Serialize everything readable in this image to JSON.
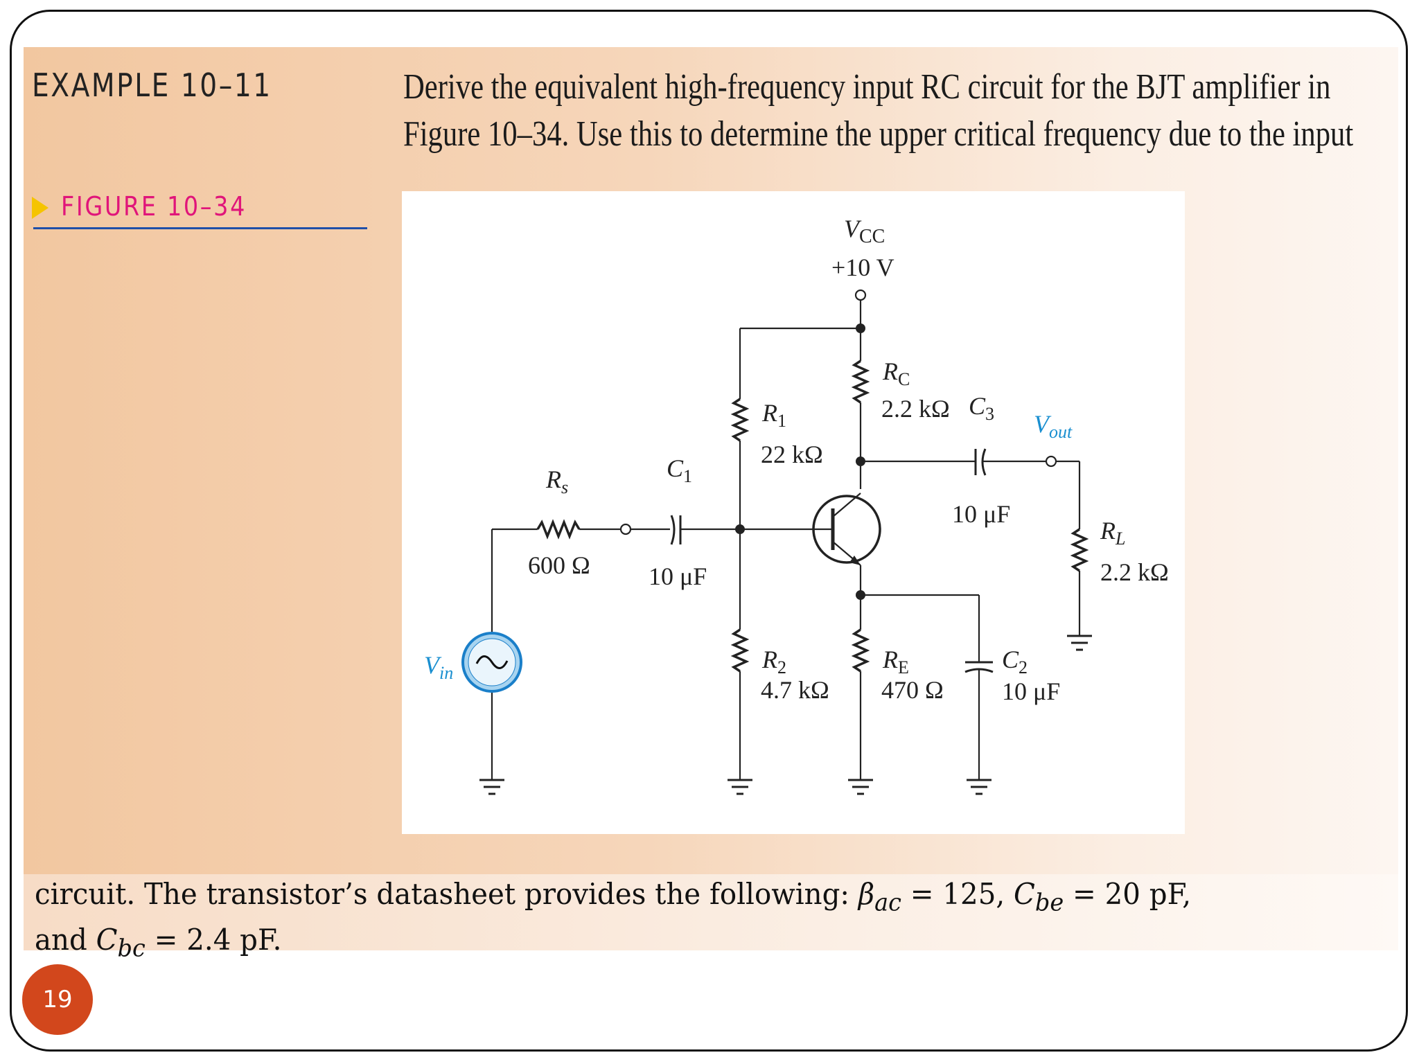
{
  "example": {
    "title": "EXAMPLE 10–11"
  },
  "problem": {
    "line1": "Derive the equivalent high-frequency input RC circuit for the BJT amplifier in",
    "line2": "Figure 10–34. Use this to determine the upper critical frequency due to the input"
  },
  "figure": {
    "label": "FIGURE 10–34",
    "vcc_label": "V",
    "vcc_sub": "CC",
    "vcc_value": "+10 V",
    "r1_label": "R",
    "r1_sub": "1",
    "r1_value": "22 kΩ",
    "r2_label": "R",
    "r2_sub": "2",
    "r2_value": "4.7 kΩ",
    "rc_label": "R",
    "rc_sub": "C",
    "rc_value": "2.2 kΩ",
    "re_label": "R",
    "re_sub": "E",
    "re_value": "470 Ω",
    "rs_label": "R",
    "rs_sub": "s",
    "rs_value": "600 Ω",
    "rl_label": "R",
    "rl_sub": "L",
    "rl_value": "2.2 kΩ",
    "c1_label": "C",
    "c1_sub": "1",
    "c1_value": "10 μF",
    "c2_label": "C",
    "c2_sub": "2",
    "c2_value": "10 μF",
    "c3_label": "C",
    "c3_sub": "3",
    "c3_value": "10 μF",
    "vin_label": "V",
    "vin_sub": "in",
    "vout_label": "V",
    "vout_sub": "out"
  },
  "caption": {
    "line1_a": "circuit. The transistor’s datasheet provides the following: ",
    "beta": "β",
    "beta_sub": "ac",
    "line1_b": " = 125, ",
    "cbe": "C",
    "cbe_sub": "be",
    "line1_c": " = 20 pF,",
    "line2_a": "and ",
    "cbc": "C",
    "cbc_sub": "bc",
    "line2_b": " = 2.4 pF."
  },
  "page": {
    "number": "19"
  },
  "colors": {
    "accent_label": "#e0157a",
    "rule": "#1f4fa8",
    "arrow": "#f5c400",
    "source_fill": "#a8d4f0",
    "source_stroke": "#1a7fc9",
    "page_circle": "#d2471c"
  }
}
